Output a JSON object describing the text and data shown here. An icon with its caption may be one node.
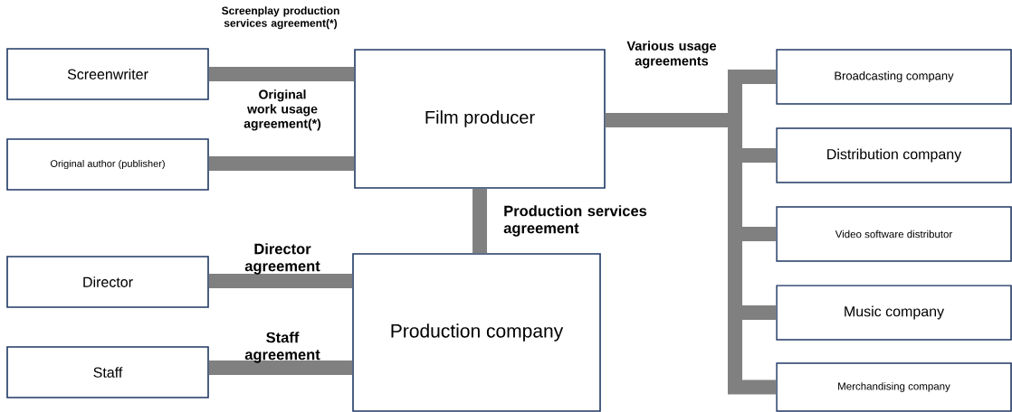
{
  "diagram": {
    "nodes": [
      {
        "text": [
          "Screenwriter"
        ]
      },
      {
        "text": [
          "Original author (publisher)"
        ]
      },
      {
        "text": [
          "Film producer"
        ]
      },
      {
        "text": [
          "Director"
        ]
      },
      {
        "text": [
          "Staff"
        ]
      },
      {
        "text": [
          "Production company"
        ]
      },
      {
        "text": [
          "Broadcasting company"
        ]
      },
      {
        "text": [
          "Distribution company"
        ]
      },
      {
        "text": [
          "Video software distributor"
        ]
      },
      {
        "text": [
          "Music company"
        ]
      },
      {
        "text": [
          "Merchandising company"
        ]
      }
    ],
    "edges": [
      {
        "from": 0,
        "to": 2,
        "arrow": "none",
        "label": "Screenplay production services agreement(*)"
      },
      {
        "from": 1,
        "to": 2,
        "arrow": "none",
        "label": "Original work usage agreement(*)"
      },
      {
        "from": 2,
        "to": 5,
        "arrow": "none",
        "label": "Production services agreement"
      },
      {
        "from": 3,
        "to": 5,
        "arrow": "none",
        "label": "Director agreement"
      },
      {
        "from": 4,
        "to": 5,
        "arrow": "none",
        "label": "Staff agreement"
      },
      {
        "from": 2,
        "to": 6,
        "arrow": "none",
        "label": "Various usage agreements"
      },
      {
        "from": 2,
        "to": 7,
        "arrow": "none"
      },
      {
        "from": 2,
        "to": 8,
        "arrow": "none"
      },
      {
        "from": 2,
        "to": 9,
        "arrow": "none"
      },
      {
        "from": 2,
        "to": 10,
        "arrow": "none"
      }
    ]
  }
}
